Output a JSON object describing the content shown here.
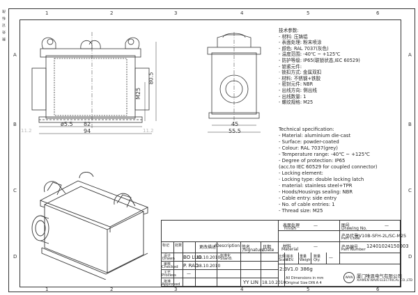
{
  "zones_top": [
    "1",
    "2",
    "3",
    "4",
    "5",
    "6"
  ],
  "zones_bottom": [
    "1",
    "2",
    "3",
    "4",
    "5",
    "6"
  ],
  "zones_side": [
    "A",
    "B",
    "C",
    "D"
  ],
  "side_strip": [
    "改",
    "标",
    "记",
    "处",
    "数"
  ],
  "dims": {
    "d1": "80.5",
    "d2": "M25",
    "d3": "ø5.5",
    "d4": "82",
    "d5": "94",
    "d6": "45",
    "d7": "55.5",
    "d8": "11.2",
    "d9": "11.2"
  },
  "spec_cn": [
    "技术参数:",
    "- 材料: 压铸铝",
    "- 表面处理: 粉末喷涂",
    "- 颜色: RAL 7037(灰色)",
    "- 温度范围: -40℃ ~ +125℃",
    "- 防护等级: IP65(联锁状态,IEC 60529)",
    "- 锁紧元件:",
    "   · 锁扣方式: 金属双扣",
    "   · 材料: 不锈钢+铁胶",
    "- 密封元件: NBR",
    "- 出线方向: 侧出线",
    "- 出线数量: 1",
    "- 螺纹规格: M25"
  ],
  "spec_en": [
    "Technical specification:",
    "- Material: aluminium die-cast",
    "- Surface: powder-coated",
    "- Colour: RAL 7037(grey)",
    "- Temperature range: -40℃ ~ +125℃",
    "- Degree of protection: IP65",
    "  (acc.to IEC 60529 for coupled connector)",
    "- Locking element:",
    "   · Locking type: double locking latch",
    "   · material: stainless steel+TPR",
    "- Hoods/Housings sealing: NBR",
    "- Cable entry: side entry",
    "- No. of cable entries: 1",
    "- Thread size: M25"
  ],
  "title_block": {
    "appearance": "表面处理",
    "finish": "Finish",
    "finish_val": "—",
    "material_cn": "材料",
    "material_en": "Material",
    "material_val": "—",
    "drawing_no_cn": "图号",
    "drawing_no_en": "Drawing No.",
    "drawing_no_val": "—",
    "part_code_cn": "产品代号",
    "part_code_en": "Part Code",
    "part_code_val": "HV10B-SFH-2L/SC-M25",
    "part_no_cn": "产品编号",
    "part_no_en": "Part Number",
    "part_no_val": "12401024150003",
    "scale_cn": "比例",
    "scale_en": "Scale",
    "scale_val": "2:3",
    "rev_cn": "版本",
    "rev_en": "REV.",
    "rev_val": "V1.0",
    "weight_cn": "重量",
    "weight_en": "Weight",
    "weight_val": "386g",
    "qty_cn": "数量",
    "qty_en": "Qty.",
    "qty_val": "—",
    "col_mark": "标记",
    "col_count": "处数",
    "col_desc_cn": "更改描述",
    "col_desc_en": "/Description",
    "col_sign_cn": "签名",
    "col_sign_en": "/Signature",
    "col_date_cn": "日期",
    "col_date_en": "/Date",
    "row_drawn_cn": "设计",
    "row_drawn_en": "Drawn",
    "row_drawn_name": "BO LUO",
    "row_drawn_date": "18.10.2010",
    "row_checked_cn": "审核",
    "row_checked_en": "Checked",
    "row_checked_name": "P. RAO",
    "row_checked_date": "18.10.2010",
    "row_process_cn": "工艺",
    "row_process_en": "Process",
    "row_process_name": "—",
    "std_cn": "标准化",
    "std_en": "Stand.",
    "approve_cn": "批准",
    "approve_en": "Approved",
    "approve_name": "YY LIN",
    "approve_date": "18.10.2010",
    "note1": "All Dimensions in mm",
    "note2": "Original Size DIN A 4",
    "company_cn": "厦门唯恩电气有限公司",
    "company_en": "XIAMEN WAIN ELECTRICAL CO.,LTD",
    "logo": "WAIN"
  }
}
